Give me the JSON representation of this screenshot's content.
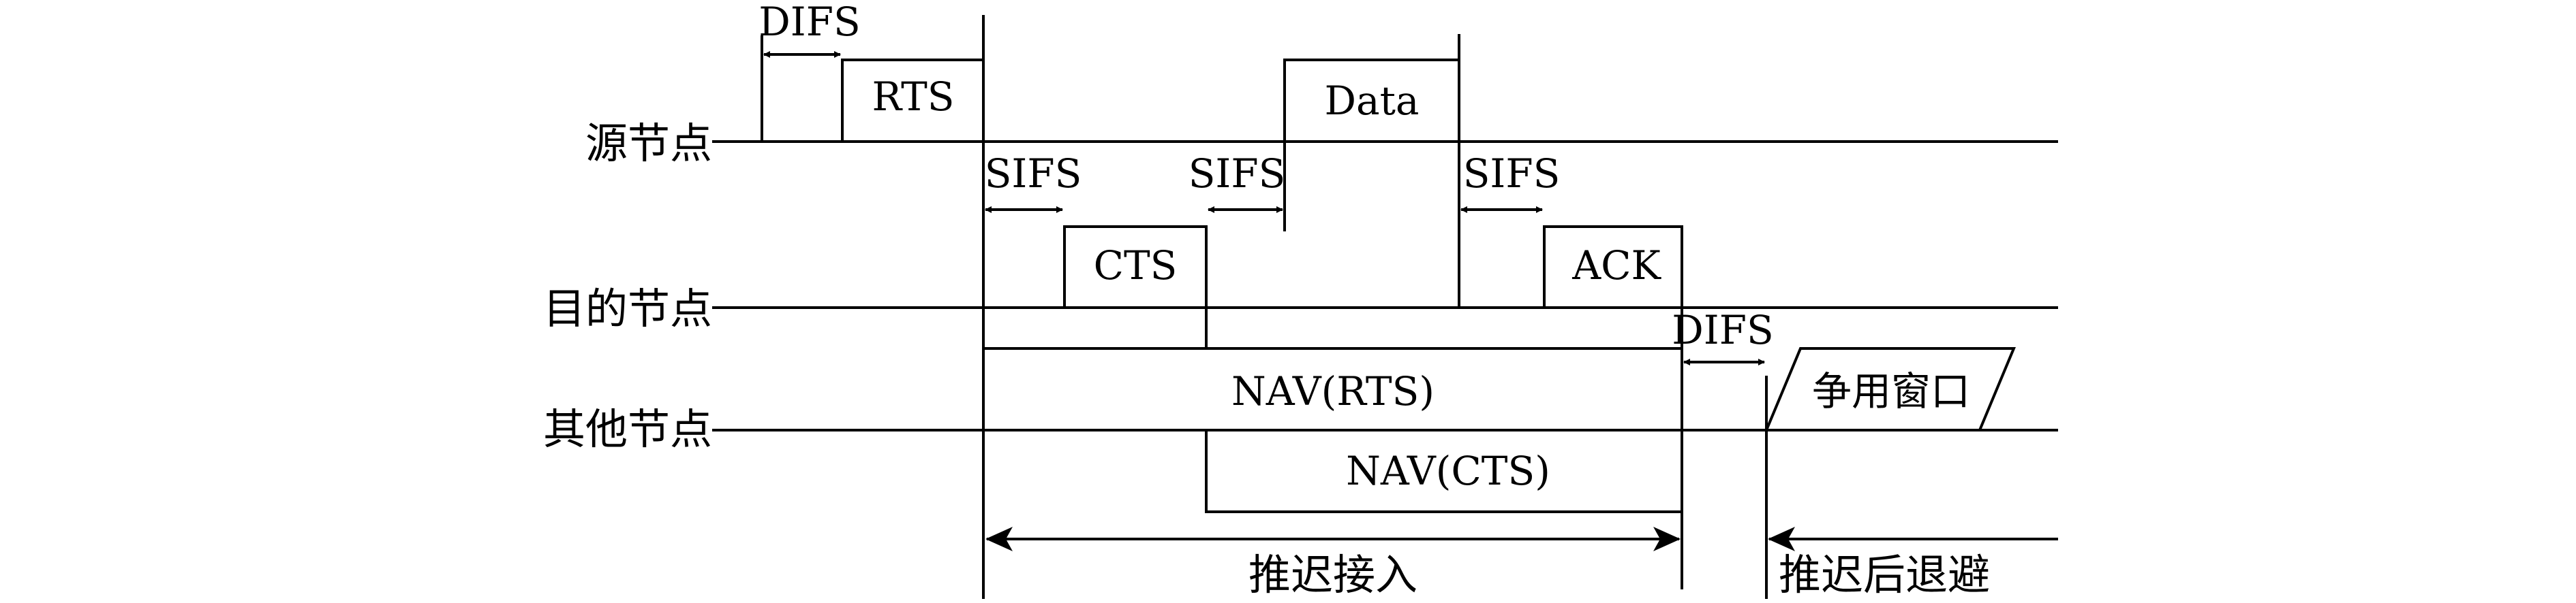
{
  "rows": {
    "source": "源节点",
    "dest": "目的节点",
    "other": "其他节点"
  },
  "frames": {
    "rts": "RTS",
    "cts": "CTS",
    "data": "Data",
    "ack": "ACK",
    "nav_rts": "NAV(RTS)",
    "nav_cts": "NAV(CTS)",
    "contention": "争用窗口"
  },
  "intervals": {
    "difs_top": "DIFS",
    "sifs_1": "SIFS",
    "sifs_2": "SIFS",
    "sifs_3": "SIFS",
    "difs_bottom": "DIFS"
  },
  "annotations": {
    "defer_access": "推迟接入",
    "defer_backoff": "推迟后退避"
  }
}
